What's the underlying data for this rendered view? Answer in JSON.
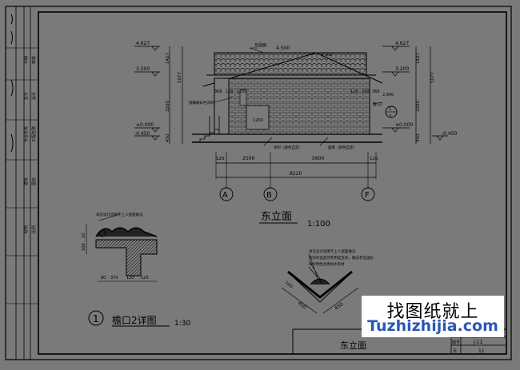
{
  "elev": {
    "level_top": "4.627",
    "level_eave": "3.200",
    "level_ground": "±0.000",
    "level_outdoor": "-0.450",
    "dim_total_h": "5077",
    "dim_roof_h": "1427",
    "dim_wall_h": "3200",
    "dim_plinth": "450",
    "dim_ridge_w": "4.500",
    "dim_ridge_lv": "4.102",
    "dim_eave_lv": "2.900",
    "dim_a": "368",
    "dim_b": "160",
    "dim_c": "1200",
    "dim_d": "1200",
    "dim_e": "120",
    "dim_f": "160",
    "dim_g": "368",
    "note_roof": "瓦屋面",
    "note_wall_paint": "线脚做白色涂料",
    "note_paint_left": "涂料（颜色自定）",
    "note_paint_right": "面砖（颜色自定）",
    "note_detail_ref": "檐口2",
    "span_ab": "2500",
    "span_bf": "5600",
    "span_total": "8220",
    "edge_120": "120",
    "axis_a": "A",
    "axis_b": "B",
    "axis_f": "F",
    "title": "东立面",
    "scale": "1:100",
    "detail_mark": "1",
    "detail_mark_sheet": "3"
  },
  "detail1": {
    "note": "详见设计说明不上人屋面做法",
    "dim_10": "10",
    "dim_100": "100",
    "dim_80": "80",
    "dim_370": "370",
    "dim_120": "120",
    "dim_120b": "120",
    "number": "1",
    "title": "檐口2详图",
    "scale": "1:30"
  },
  "detail2": {
    "note1": "详见设计说明不上人屋面做法",
    "note2": "购买的瓦屋顶专用挂瓦条，做法参见国标",
    "note3": "APP改性沥青防水卷材",
    "dim_100": "100",
    "dim_450a": "450",
    "dim_450b": "450"
  },
  "titleblock": {
    "sheet_name": "东立面",
    "label_no": "图号",
    "label_page": "页",
    "sheet_no": "J-11",
    "page_no": "11"
  },
  "sidebar": {
    "labels": [
      "审核",
      "设计",
      "工程名称",
      "图名",
      "比例",
      "日期",
      "签字",
      "专业负责",
      "建筑",
      "结构"
    ]
  },
  "watermark": {
    "cn": "找图纸就上",
    "en": "Tuzhizhijia.com"
  }
}
